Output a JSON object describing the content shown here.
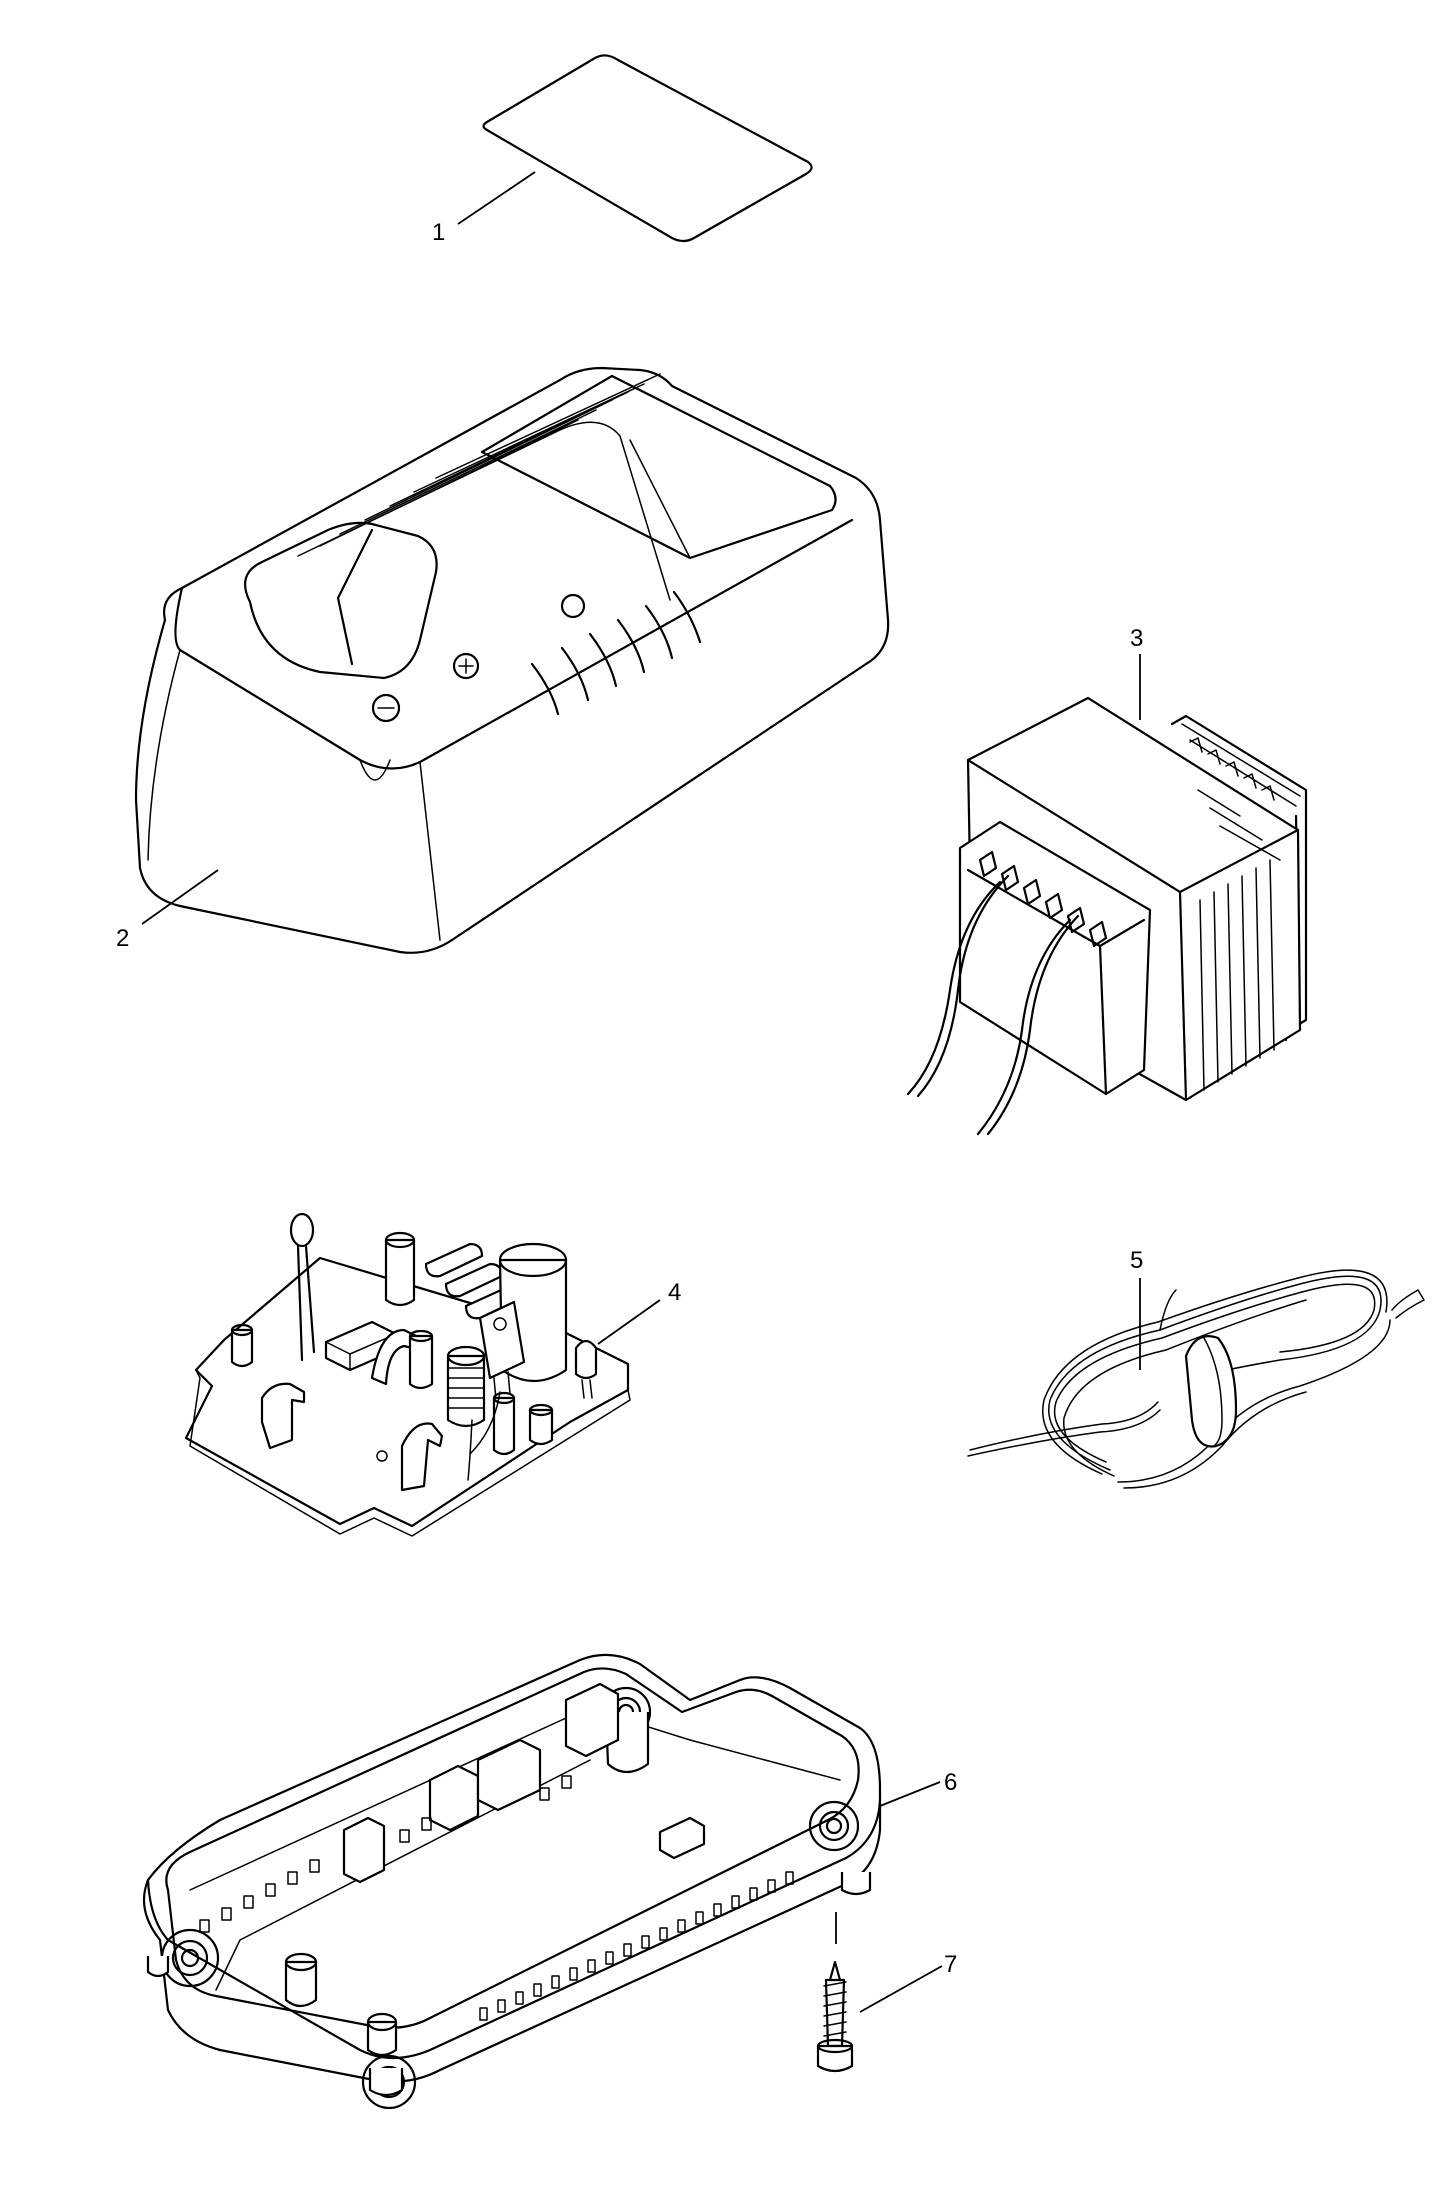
{
  "callouts": [
    {
      "id": 1,
      "label": "1"
    },
    {
      "id": 2,
      "label": "2"
    },
    {
      "id": 3,
      "label": "3"
    },
    {
      "id": 4,
      "label": "4"
    },
    {
      "id": 5,
      "label": "5"
    },
    {
      "id": 6,
      "label": "6"
    },
    {
      "id": 7,
      "label": "7"
    }
  ],
  "parts": [
    {
      "callout": "1",
      "name": "label-plate"
    },
    {
      "callout": "2",
      "name": "charger-housing-top"
    },
    {
      "callout": "3",
      "name": "transformer"
    },
    {
      "callout": "4",
      "name": "circuit-board"
    },
    {
      "callout": "5",
      "name": "cord-bundle"
    },
    {
      "callout": "6",
      "name": "charger-base"
    },
    {
      "callout": "7",
      "name": "tapping-screw"
    }
  ],
  "colors": {
    "line": "#000000",
    "background": "#ffffff"
  }
}
